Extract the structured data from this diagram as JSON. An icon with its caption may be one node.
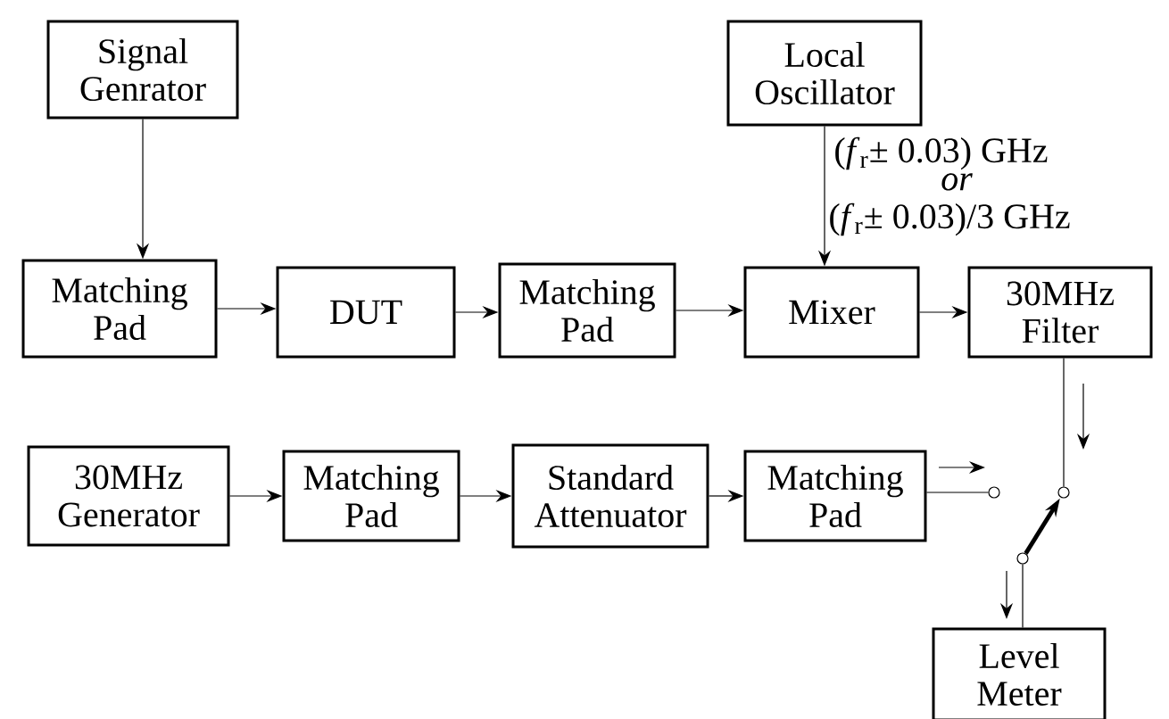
{
  "diagram": {
    "nodes": [
      {
        "text": [
          "Signal Genrator"
        ]
      },
      {
        "text": [
          "Matching Pad"
        ]
      },
      {
        "text": [
          "DUT"
        ]
      },
      {
        "text": [
          "Matching Pad"
        ]
      },
      {
        "text": [
          "Local Oscillator"
        ]
      },
      {
        "text": [
          "Mixer"
        ]
      },
      {
        "text": [
          "30MHz Filter"
        ]
      },
      {
        "text": [
          "30MHz Generator"
        ]
      },
      {
        "text": [
          "Matching Pad"
        ]
      },
      {
        "text": [
          "Standard Attenuator"
        ]
      },
      {
        "text": [
          "Matching Pad"
        ]
      },
      {
        "text": [
          "Level Meter"
        ]
      },
      {
        "text": [],
        "shape": "circle"
      },
      {
        "text": [],
        "shape": "circle"
      },
      {
        "text": [],
        "shape": "circle"
      }
    ],
    "edges": [
      {
        "from": 0,
        "to": 1,
        "arrow": "to"
      },
      {
        "from": 1,
        "to": 2,
        "arrow": "to"
      },
      {
        "from": 2,
        "to": 3,
        "arrow": "to"
      },
      {
        "from": 3,
        "to": 5,
        "arrow": "to"
      },
      {
        "from": 4,
        "to": 5,
        "arrow": "to"
      },
      {
        "from": 5,
        "to": 6,
        "arrow": "to"
      },
      {
        "from": 7,
        "to": 8,
        "arrow": "to"
      },
      {
        "from": 8,
        "to": 9,
        "arrow": "to"
      },
      {
        "from": 9,
        "to": 10,
        "arrow": "to"
      },
      {
        "from": 10,
        "to": 12,
        "arrow": "none"
      },
      {
        "from": 6,
        "to": 13,
        "arrow": "none"
      },
      {
        "from": 14,
        "to": 13,
        "arrow": "to",
        "style": "thick"
      },
      {
        "from": 14,
        "to": 11,
        "arrow": "none"
      }
    ],
    "labels": [
      "(*f*$_{r}$± 0.03) GHz",
      "or",
      "(*f*$_{r}$± 0.03)/3 GHz"
    ]
  }
}
